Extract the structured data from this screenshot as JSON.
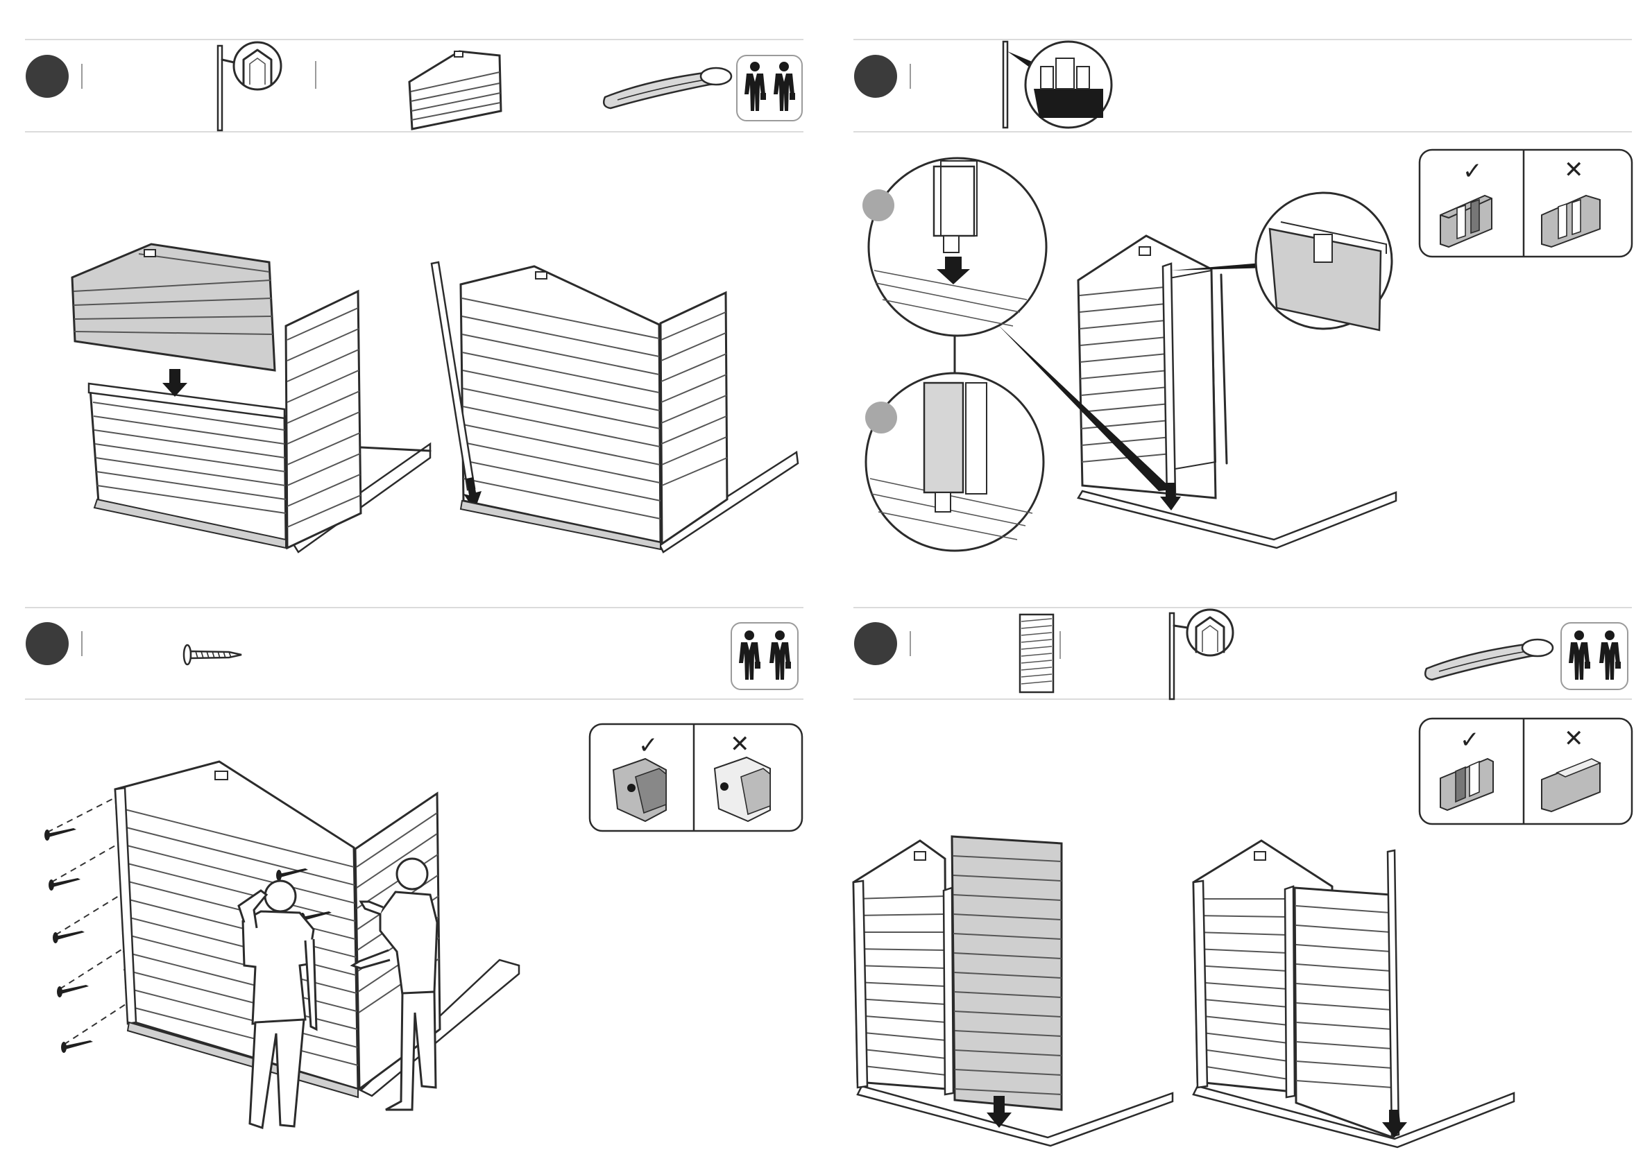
{
  "steps": [
    {
      "id": "step-1",
      "parts": [
        "corner-post-part",
        "gable-panel-part",
        "mallet-tool"
      ],
      "helpers": "two-persons-icon"
    },
    {
      "id": "step-2",
      "parts": [
        "corner-post-detail-part"
      ],
      "orientation_marks": [
        "✓",
        "✕"
      ]
    },
    {
      "id": "step-3",
      "parts": [
        "screw-part"
      ],
      "helpers": "two-persons-icon",
      "orientation_marks": [
        "✓",
        "✕"
      ]
    },
    {
      "id": "step-4",
      "parts": [
        "wall-panel-part",
        "corner-post-part",
        "mallet-tool"
      ],
      "helpers": "two-persons-icon",
      "orientation_marks": [
        "✓",
        "✕"
      ]
    }
  ],
  "marks": {
    "correct": "✓",
    "wrong": "✕"
  },
  "colors": {
    "badge": "#3b3b3b",
    "panel_grey": "#cfcfcf",
    "line": "#2b2b2b",
    "divider": "#cfcfcf"
  }
}
